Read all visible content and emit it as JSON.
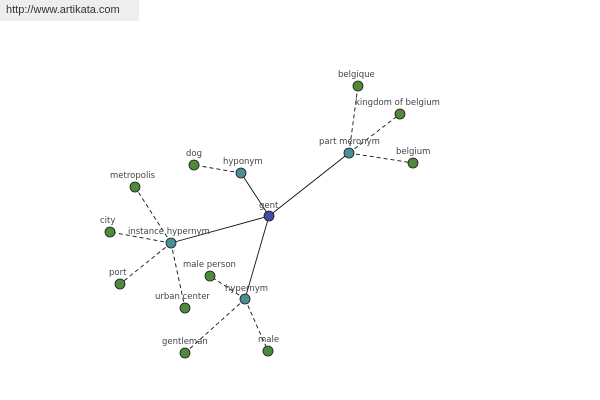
{
  "header": {
    "url": "http://www.artikata.com"
  },
  "colors": {
    "center": "#464a9e",
    "relation": "#4a8e96",
    "leaf": "#4e8a3e",
    "edge": "#111111"
  },
  "nodes": [
    {
      "id": "gent",
      "label": "gent",
      "kind": "center"
    },
    {
      "id": "hyponym",
      "label": "hyponym",
      "kind": "relation"
    },
    {
      "id": "part-meronym",
      "label": "part meronym",
      "kind": "relation"
    },
    {
      "id": "instance-hypernym",
      "label": "instance hypernym",
      "kind": "relation"
    },
    {
      "id": "hypernym",
      "label": "hypernym",
      "kind": "relation"
    },
    {
      "id": "dog",
      "label": "dog",
      "kind": "leaf"
    },
    {
      "id": "belgique",
      "label": "belgique",
      "kind": "leaf"
    },
    {
      "id": "kingdom-of-belgium",
      "label": "kingdom of belgium",
      "kind": "leaf"
    },
    {
      "id": "belgium",
      "label": "belgium",
      "kind": "leaf"
    },
    {
      "id": "metropolis",
      "label": "metropolis",
      "kind": "leaf"
    },
    {
      "id": "city",
      "label": "city",
      "kind": "leaf"
    },
    {
      "id": "port",
      "label": "port",
      "kind": "leaf"
    },
    {
      "id": "urban-center",
      "label": "urban center",
      "kind": "leaf"
    },
    {
      "id": "male-person",
      "label": "male person",
      "kind": "leaf"
    },
    {
      "id": "gentleman",
      "label": "gentleman",
      "kind": "leaf"
    },
    {
      "id": "male",
      "label": "male",
      "kind": "leaf"
    }
  ],
  "edges": [
    {
      "from": "gent",
      "to": "hyponym",
      "style": "solid"
    },
    {
      "from": "gent",
      "to": "part-meronym",
      "style": "solid"
    },
    {
      "from": "gent",
      "to": "instance-hypernym",
      "style": "solid"
    },
    {
      "from": "gent",
      "to": "hypernym",
      "style": "solid"
    },
    {
      "from": "hyponym",
      "to": "dog",
      "style": "dashed"
    },
    {
      "from": "part-meronym",
      "to": "belgique",
      "style": "dashed"
    },
    {
      "from": "part-meronym",
      "to": "kingdom-of-belgium",
      "style": "dashed"
    },
    {
      "from": "part-meronym",
      "to": "belgium",
      "style": "dashed"
    },
    {
      "from": "instance-hypernym",
      "to": "metropolis",
      "style": "dashed"
    },
    {
      "from": "instance-hypernym",
      "to": "city",
      "style": "dashed"
    },
    {
      "from": "instance-hypernym",
      "to": "port",
      "style": "dashed"
    },
    {
      "from": "instance-hypernym",
      "to": "urban-center",
      "style": "dashed"
    },
    {
      "from": "hypernym",
      "to": "male-person",
      "style": "dashed"
    },
    {
      "from": "hypernym",
      "to": "gentleman",
      "style": "dashed"
    },
    {
      "from": "hypernym",
      "to": "male",
      "style": "dashed"
    }
  ]
}
